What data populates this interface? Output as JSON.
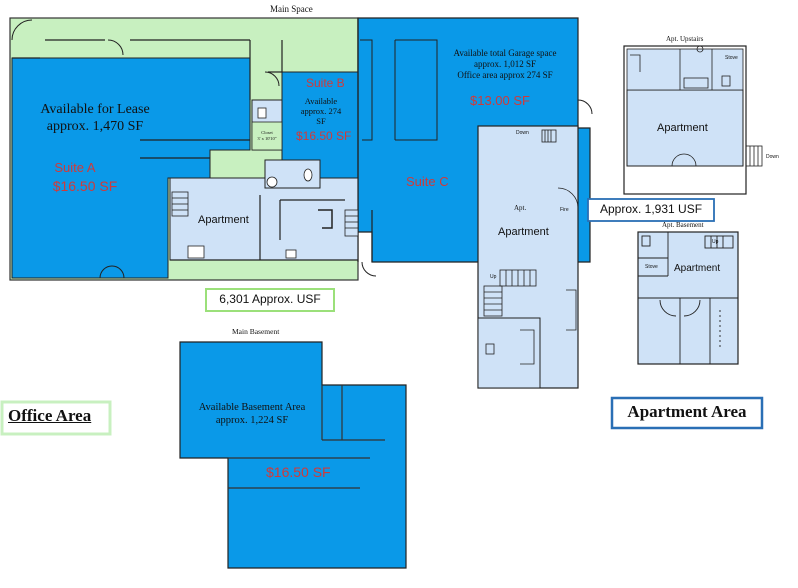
{
  "labels": {
    "main_space": "Main Space",
    "suite_a_available": "Available for Lease",
    "suite_a_area": "approx. 1,470 SF",
    "suite_a_name": "Suite A",
    "suite_a_price": "$16.50 SF",
    "suite_b_name": "Suite B",
    "suite_b_available": "Available",
    "suite_b_area": "approx. 274",
    "suite_b_sf": "SF",
    "suite_b_price": "$16.50 SF",
    "closet_line1": "Closet",
    "closet_line2": "3' x 10'10\"",
    "garage_line1": "Available total Garage space",
    "garage_line2": "approx. 1,012 SF",
    "garage_line3": "Office area approx 274 SF",
    "garage_price": "$13.00 SF",
    "suite_c_name": "Suite C",
    "apartment_main": "Apartment",
    "apt_small": "Apt.",
    "apartment_c": "Apartment",
    "down_label": "Down",
    "up_label": "Up",
    "fire_label": "Fire",
    "usf_main": "6,301 Approx. USF",
    "main_basement": "Main Basement",
    "basement_line1": "Available Basement Area",
    "basement_line2": "approx. 1,224 SF",
    "basement_price": "$16.50 SF",
    "office_area": "Office Area",
    "apt_upstairs": "Apt. Upstairs",
    "apartment_upstairs": "Apartment",
    "stove_label": "Stove",
    "down_upstairs": "Down",
    "usf_apartment": "Approx. 1,931 USF",
    "apt_basement": "Apt. Basement",
    "apartment_basement": "Apartment",
    "up_basement": "Up",
    "stove_basement": "Stove",
    "apartment_area": "Apartment Area"
  },
  "colors": {
    "leasable_blue": "#0a99e8",
    "apartment_light": "#cfe2f7",
    "office_green": "#c8f0c0",
    "price_red": "#d03a3a",
    "green_frame": "#9be07a",
    "blue_frame": "#2a6fb5"
  }
}
